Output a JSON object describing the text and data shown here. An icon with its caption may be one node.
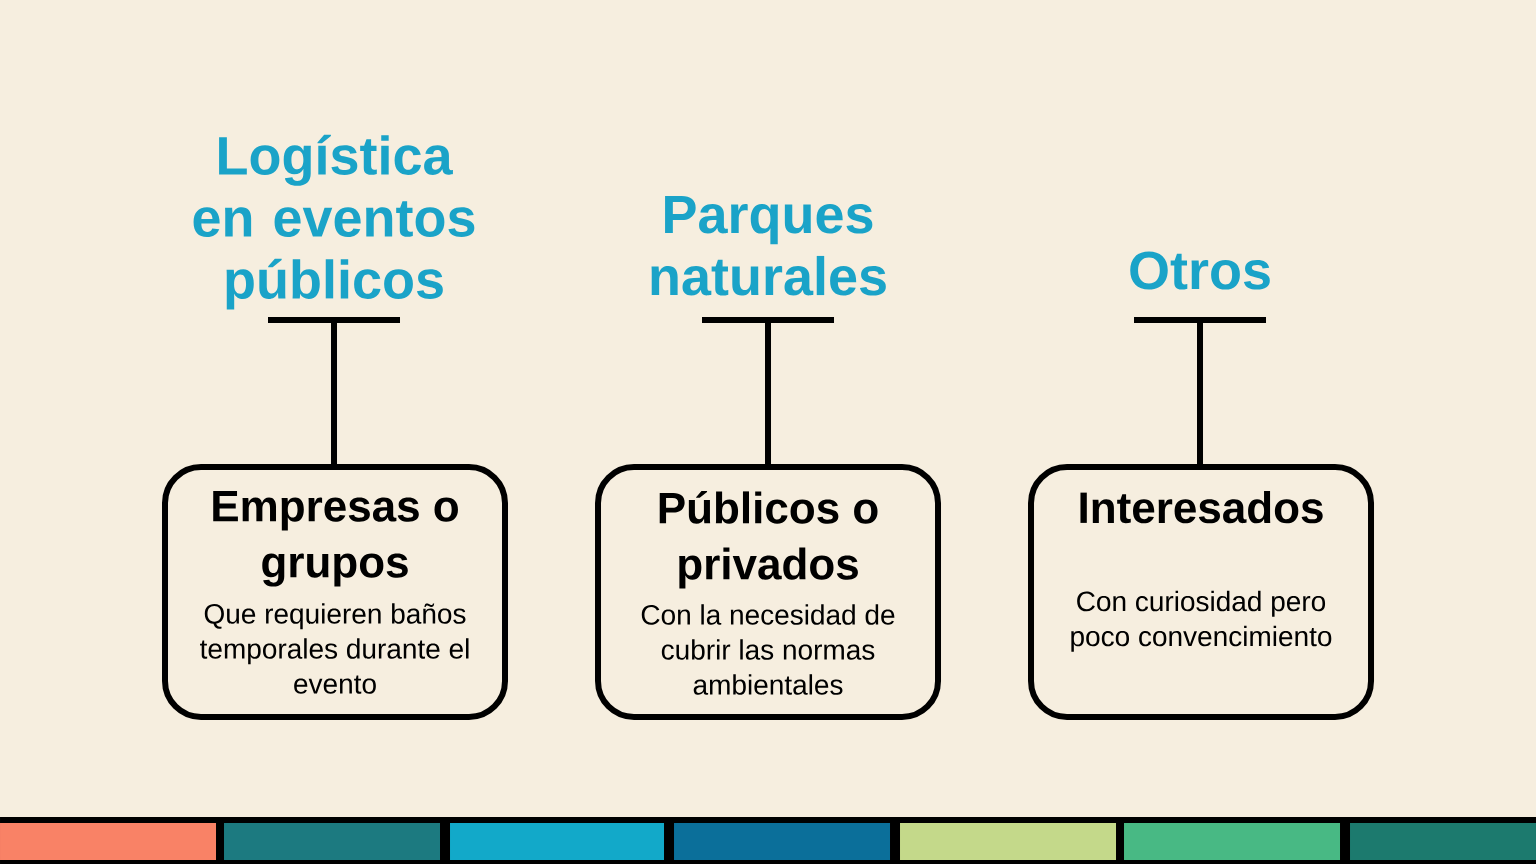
{
  "diagram": {
    "nodes": [
      {
        "text": [
          "Logística en eventos públicos"
        ]
      },
      {
        "text": [
          "Parques naturales"
        ]
      },
      {
        "text": [
          "Otros"
        ]
      },
      {
        "text": [
          "Empresas o grupos",
          "Que requieren baños temporales durante el evento"
        ]
      },
      {
        "text": [
          "Públicos o privados",
          "Con la necesidad de cubrir las normas ambientales"
        ]
      },
      {
        "text": [
          "Interesados",
          "Con curiosidad pero poco convencimiento"
        ]
      }
    ],
    "edges": [
      {
        "from": 0,
        "to": 3,
        "arrow": "none"
      },
      {
        "from": 1,
        "to": 4,
        "arrow": "none"
      },
      {
        "from": 2,
        "to": 5,
        "arrow": "none"
      }
    ]
  }
}
